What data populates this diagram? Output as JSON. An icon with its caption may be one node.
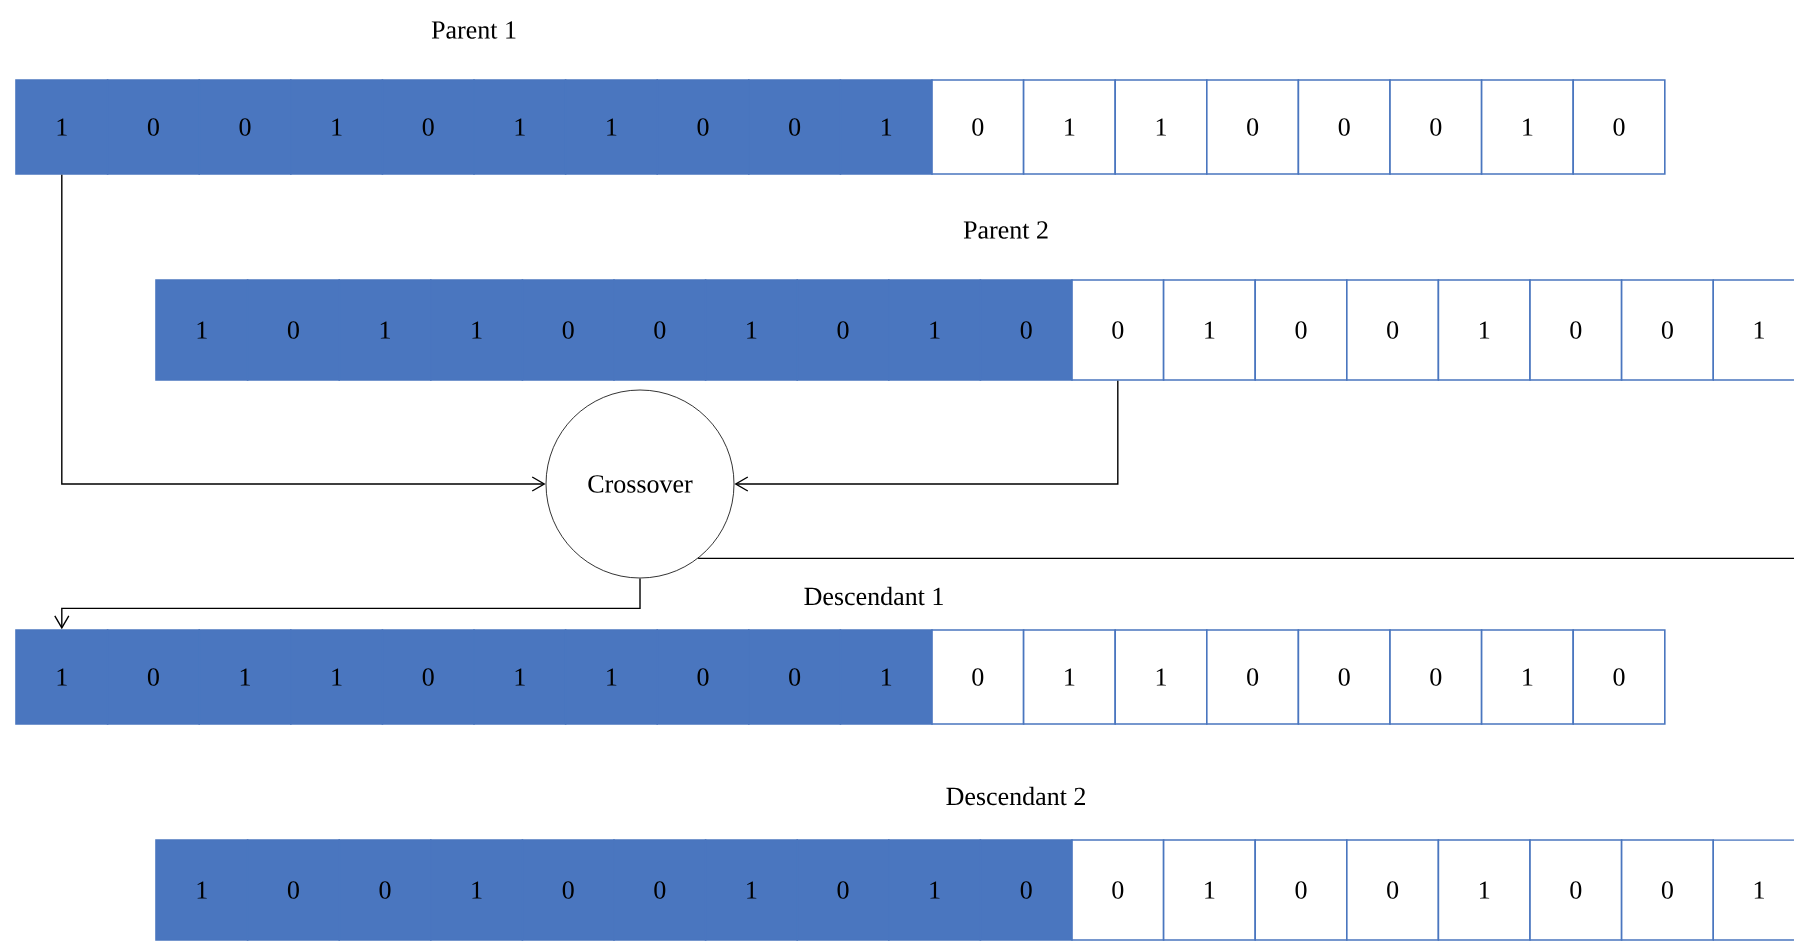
{
  "diagram": {
    "nodes": [
      {
        "text": [
          "1"
        ]
      },
      {
        "text": [
          "0"
        ]
      },
      {
        "text": [
          "0"
        ]
      },
      {
        "text": [
          "1"
        ]
      },
      {
        "text": [
          "0"
        ]
      },
      {
        "text": [
          "1"
        ]
      },
      {
        "text": [
          "1"
        ]
      },
      {
        "text": [
          "0"
        ]
      },
      {
        "text": [
          "0"
        ]
      },
      {
        "text": [
          "1"
        ]
      },
      {
        "text": [
          "0"
        ]
      },
      {
        "text": [
          "1"
        ]
      },
      {
        "text": [
          "1"
        ]
      },
      {
        "text": [
          "0"
        ]
      },
      {
        "text": [
          "0"
        ]
      },
      {
        "text": [
          "0"
        ]
      },
      {
        "text": [
          "1"
        ]
      },
      {
        "text": [
          "0"
        ]
      },
      {
        "text": [
          "1"
        ]
      },
      {
        "text": [
          "0"
        ]
      },
      {
        "text": [
          "1"
        ]
      },
      {
        "text": [
          "1"
        ]
      },
      {
        "text": [
          "0"
        ]
      },
      {
        "text": [
          "0"
        ]
      },
      {
        "text": [
          "1"
        ]
      },
      {
        "text": [
          "0"
        ]
      },
      {
        "text": [
          "1"
        ]
      },
      {
        "text": [
          "0"
        ]
      },
      {
        "text": [
          "0"
        ]
      },
      {
        "text": [
          "1"
        ]
      },
      {
        "text": [
          "0"
        ]
      },
      {
        "text": [
          "0"
        ]
      },
      {
        "text": [
          "1"
        ]
      },
      {
        "text": [
          "0"
        ]
      },
      {
        "text": [
          "0"
        ]
      },
      {
        "text": [
          "1"
        ]
      },
      {
        "text": [
          "Crossover"
        ]
      },
      {
        "text": [
          "1"
        ]
      },
      {
        "text": [
          "0"
        ]
      },
      {
        "text": [
          "1"
        ]
      },
      {
        "text": [
          "1"
        ]
      },
      {
        "text": [
          "0"
        ]
      },
      {
        "text": [
          "1"
        ]
      },
      {
        "text": [
          "1"
        ]
      },
      {
        "text": [
          "0"
        ]
      },
      {
        "text": [
          "0"
        ]
      },
      {
        "text": [
          "1"
        ]
      },
      {
        "text": [
          "0"
        ]
      },
      {
        "text": [
          "1"
        ]
      },
      {
        "text": [
          "1"
        ]
      },
      {
        "text": [
          "0"
        ]
      },
      {
        "text": [
          "0"
        ]
      },
      {
        "text": [
          "0"
        ]
      },
      {
        "text": [
          "1"
        ]
      },
      {
        "text": [
          "0"
        ]
      },
      {
        "text": [
          "1"
        ]
      },
      {
        "text": [
          "0"
        ]
      },
      {
        "text": [
          "0"
        ]
      },
      {
        "text": [
          "1"
        ]
      },
      {
        "text": [
          "0"
        ]
      },
      {
        "text": [
          "0"
        ]
      },
      {
        "text": [
          "1"
        ]
      },
      {
        "text": [
          "0"
        ]
      },
      {
        "text": [
          "1"
        ]
      },
      {
        "text": [
          "0"
        ]
      },
      {
        "text": [
          "0"
        ]
      },
      {
        "text": [
          "1"
        ]
      },
      {
        "text": [
          "0"
        ]
      },
      {
        "text": [
          "0"
        ]
      },
      {
        "text": [
          "1"
        ]
      },
      {
        "text": [
          "0"
        ]
      },
      {
        "text": [
          "0"
        ]
      },
      {
        "text": [
          "1"
        ]
      }
    ],
    "edges": [
      {
        "from": 0,
        "to": 36,
        "arrow": "to"
      },
      {
        "from": 28,
        "to": 36,
        "arrow": "to"
      },
      {
        "from": 36,
        "to": 37,
        "arrow": "to"
      },
      {
        "from": 36,
        "to": null,
        "arrow": "none"
      }
    ],
    "labels": [
      "Parent 1",
      "Parent 2",
      "Descendant 1",
      "Descendant 2"
    ]
  }
}
